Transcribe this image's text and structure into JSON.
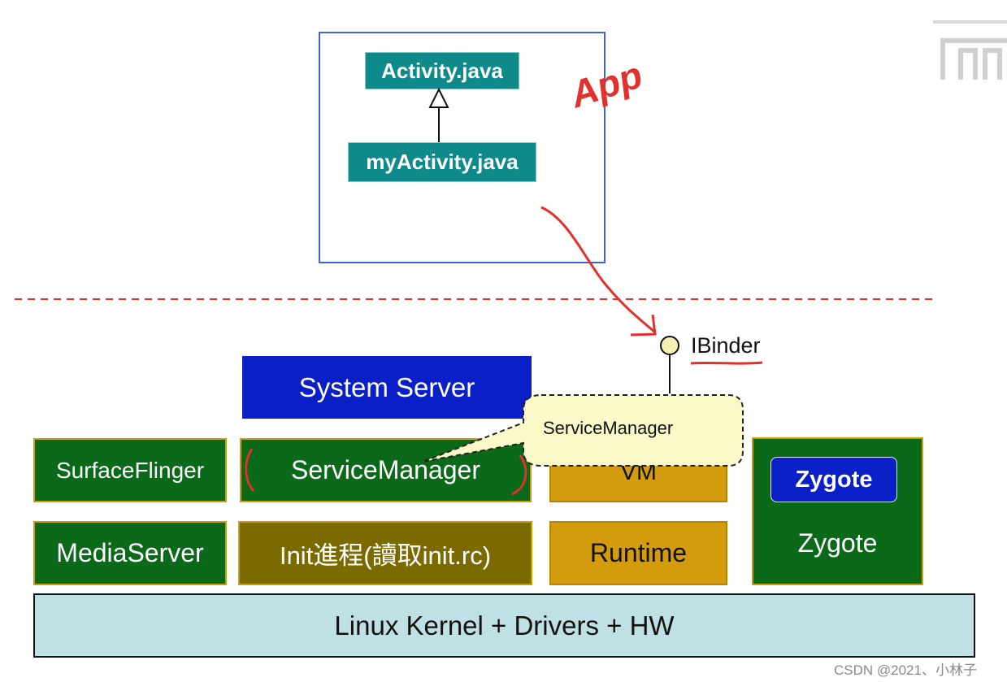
{
  "app_layer": {
    "activity": "Activity.java",
    "my_activity": "myActivity.java",
    "handwritten_label": "App"
  },
  "framework": {
    "ibinder": "IBinder",
    "system_server": "System Server",
    "service_manager_callout": "ServiceManager",
    "surface_flinger": "SurfaceFlinger",
    "service_manager": "ServiceManager",
    "vm": "VM",
    "media_server": "MediaServer",
    "init_process": "Init進程(讀取init.rc)",
    "runtime": "Runtime",
    "zygote_badge": "Zygote",
    "zygote": "Zygote"
  },
  "kernel": {
    "label": "Linux Kernel + Drivers + HW"
  },
  "watermark": "CSDN @2021、小林子",
  "colors": {
    "app_border": "#3a64d8",
    "class_box": "#0e8a8a",
    "dashed_separator": "#e0312a",
    "system_server": "#0a1fc8",
    "service_box": "#0b6a1a",
    "init_box": "#7a6a00",
    "runtime_box": "#d29c0e",
    "callout_fill": "#fbf9c8",
    "kernel_fill": "#bfe0e4",
    "handwriting": "#e0312a"
  }
}
